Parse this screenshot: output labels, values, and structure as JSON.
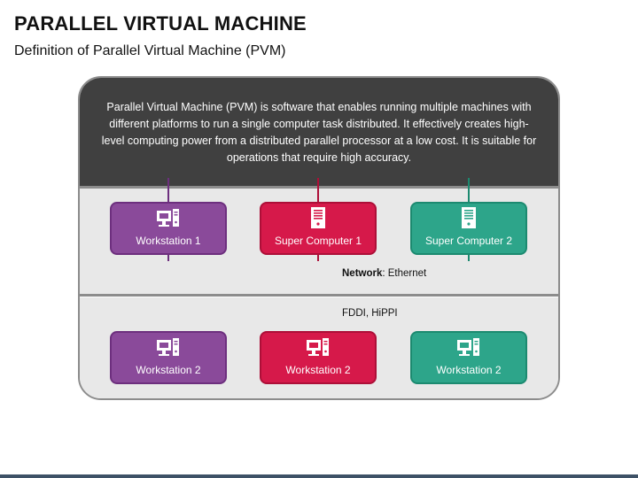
{
  "title": "PARALLEL VIRTUAL MACHINE",
  "subtitle": "Definition of Parallel Virtual Machine (PVM)",
  "definition": "Parallel Virtual Machine (PVM) is software that enables running multiple machines with different platforms to run a single computer task distributed. It effectively creates high-level computing power from a distributed parallel processor at a low cost. It is suitable for operations that require high accuracy.",
  "network": {
    "label": "Network",
    "value": ": Ethernet",
    "secondary": "FDDI, HiPPI"
  },
  "top_row": [
    {
      "label": "Workstation 1",
      "icon": "desktop-computer-icon",
      "color": "#8a4a9a"
    },
    {
      "label": "Super Computer 1",
      "icon": "server-icon",
      "color": "#d6194a"
    },
    {
      "label": "Super Computer 2",
      "icon": "server-icon",
      "color": "#2da58a"
    }
  ],
  "bottom_row": [
    {
      "label": "Workstation 2",
      "icon": "desktop-computer-icon",
      "color": "#8a4a9a"
    },
    {
      "label": "Workstation 2",
      "icon": "desktop-computer-icon",
      "color": "#d6194a"
    },
    {
      "label": "Workstation 2",
      "icon": "desktop-computer-icon",
      "color": "#2da58a"
    }
  ]
}
